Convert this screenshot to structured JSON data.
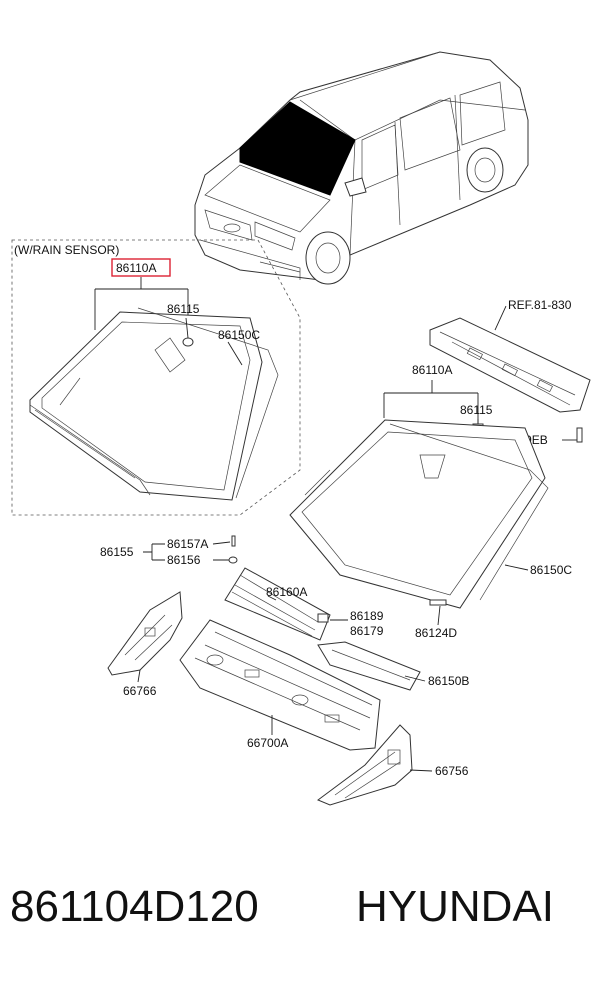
{
  "diagram": {
    "section_title": "(W/RAIN SENSOR)",
    "reference": "REF.81-830",
    "labels": {
      "glass_rain": "86110A",
      "bracket_rain": "86115",
      "molding_rain": "86150C",
      "glass_main": "86110A",
      "bracket_main": "86115",
      "bolt": "1129EB",
      "clip_group": "86155",
      "clip_a": "86157A",
      "clip_b": "86156",
      "cowl_top": "86160A",
      "clip_c": "86189",
      "clip_d": "86179",
      "molding_main": "86150C",
      "dam": "86124D",
      "cowl_lower": "86150B",
      "panel_left": "66766",
      "panel_cowl": "66700A",
      "panel_right": "66756"
    }
  },
  "footer": {
    "part_number": "861104D120",
    "brand": "HYUNDAI"
  }
}
